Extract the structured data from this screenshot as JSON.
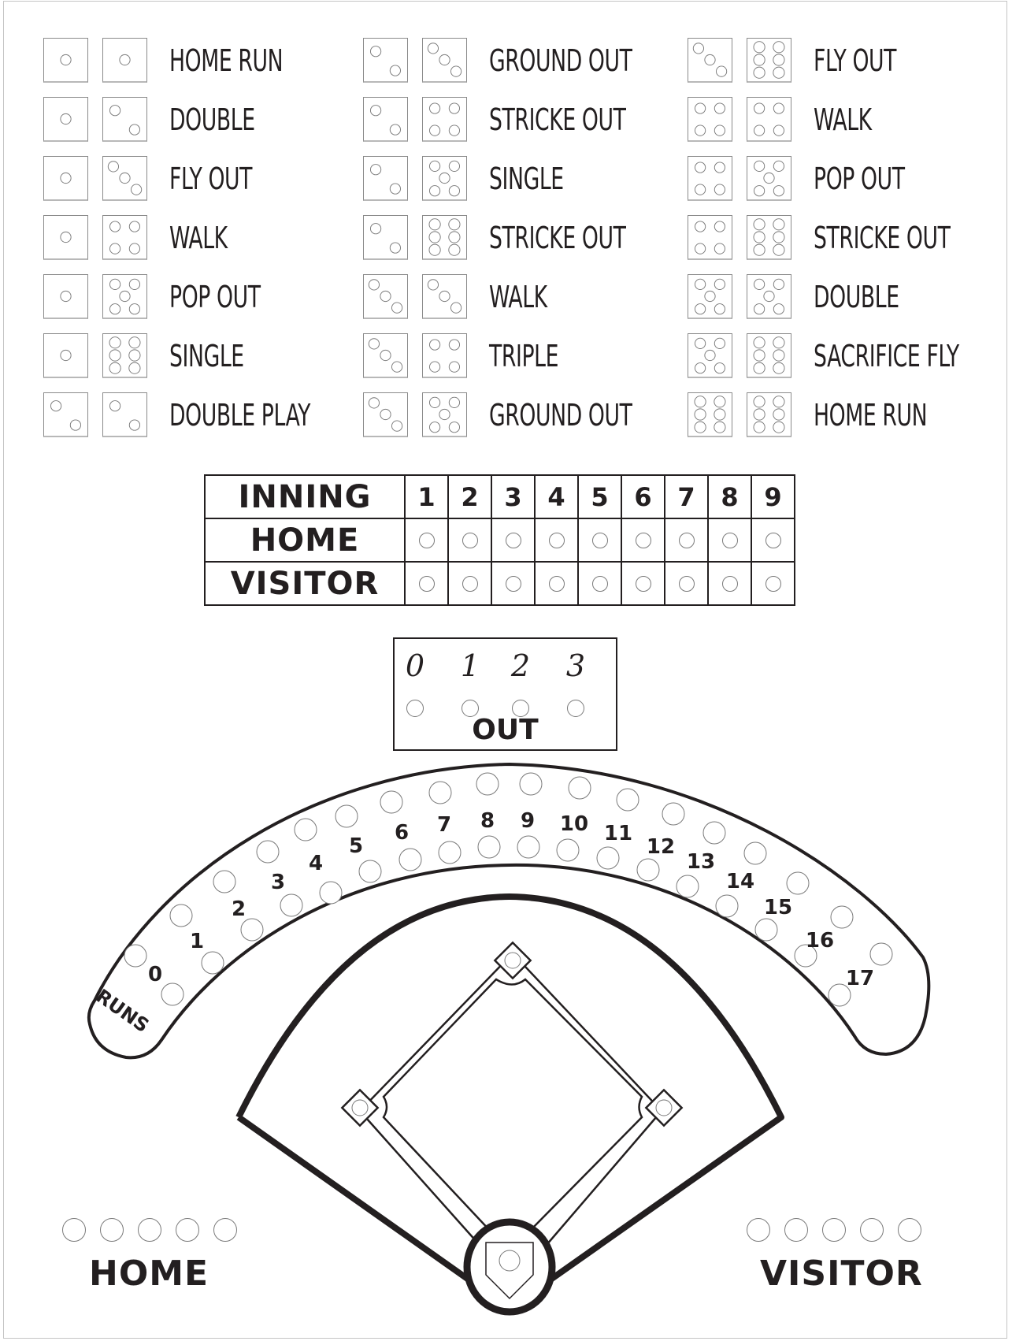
{
  "dice_results": {
    "columns": [
      {
        "rows": [
          {
            "die1": 1,
            "die2": 1,
            "result": "HOME RUN"
          },
          {
            "die1": 1,
            "die2": 2,
            "result": "DOUBLE"
          },
          {
            "die1": 1,
            "die2": 3,
            "result": "FLY OUT"
          },
          {
            "die1": 1,
            "die2": 4,
            "result": "WALK"
          },
          {
            "die1": 1,
            "die2": 5,
            "result": "POP OUT"
          },
          {
            "die1": 1,
            "die2": 6,
            "result": "SINGLE"
          },
          {
            "die1": 2,
            "die2": 2,
            "result": "DOUBLE PLAY"
          }
        ]
      },
      {
        "rows": [
          {
            "die1": 2,
            "die2": 3,
            "result": "GROUND OUT"
          },
          {
            "die1": 2,
            "die2": 4,
            "result": "STRICKE OUT"
          },
          {
            "die1": 2,
            "die2": 5,
            "result": "SINGLE"
          },
          {
            "die1": 2,
            "die2": 6,
            "result": "STRICKE OUT"
          },
          {
            "die1": 3,
            "die2": 3,
            "result": "WALK"
          },
          {
            "die1": 3,
            "die2": 4,
            "result": "TRIPLE"
          },
          {
            "die1": 3,
            "die2": 5,
            "result": "GROUND OUT"
          }
        ]
      },
      {
        "rows": [
          {
            "die1": 3,
            "die2": 6,
            "result": "FLY OUT"
          },
          {
            "die1": 4,
            "die2": 4,
            "result": "WALK"
          },
          {
            "die1": 4,
            "die2": 5,
            "result": "POP OUT"
          },
          {
            "die1": 4,
            "die2": 6,
            "result": "STRICKE OUT"
          },
          {
            "die1": 5,
            "die2": 5,
            "result": "DOUBLE"
          },
          {
            "die1": 5,
            "die2": 6,
            "result": "SACRIFICE FLY"
          },
          {
            "die1": 6,
            "die2": 6,
            "result": "HOME RUN"
          }
        ]
      }
    ]
  },
  "scoreboard": {
    "header_label": "INNING",
    "innings": [
      "1",
      "2",
      "3",
      "4",
      "5",
      "6",
      "7",
      "8",
      "9"
    ],
    "rows": [
      {
        "label": "HOME"
      },
      {
        "label": "VISITOR"
      }
    ]
  },
  "outs": {
    "label": "OUT",
    "values": [
      "0",
      "1",
      "2",
      "3"
    ]
  },
  "runs_track": {
    "label": "RUNS",
    "values": [
      "0",
      "1",
      "2",
      "3",
      "4",
      "5",
      "6",
      "7",
      "8",
      "9",
      "10",
      "11",
      "12",
      "13",
      "14",
      "15",
      "16",
      "17"
    ]
  },
  "field": {
    "bases": [
      "home-plate",
      "first-base",
      "second-base",
      "third-base"
    ]
  },
  "teams": {
    "home": {
      "label": "HOME",
      "peg_count": 5
    },
    "visitor": {
      "label": "VISITOR",
      "peg_count": 5
    }
  },
  "colors": {
    "ink": "#231f20",
    "peg_outline": "#7a7a7a",
    "die_border": "#8a8a8a",
    "page_border": "#c4c4c4",
    "background": "#ffffff"
  }
}
